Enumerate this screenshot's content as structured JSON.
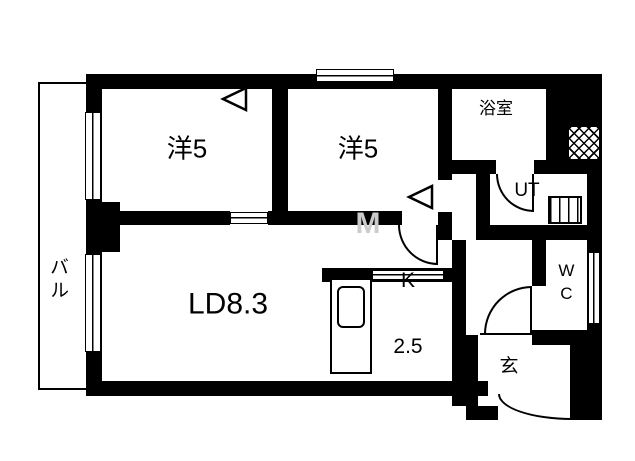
{
  "rooms": {
    "bedroom1": "洋5",
    "bedroom2": "洋5",
    "bath": "浴室",
    "utility": "UT",
    "wc": "WC",
    "living_dining": "LD8.3",
    "kitchen_line1": "K",
    "kitchen_line2": "2.5",
    "entrance": "玄",
    "balcony": "バル"
  },
  "watermark": "M",
  "colors": {
    "wall": "#000000",
    "background": "#ffffff",
    "watermark": "#cbcbcb"
  },
  "icons": {
    "door_swing": "quarter-arc",
    "door_direction": "outline-triangle",
    "pipe_space": "crosshatch-box",
    "window": "double-line-gap",
    "sliding_door": "lined-gap"
  }
}
